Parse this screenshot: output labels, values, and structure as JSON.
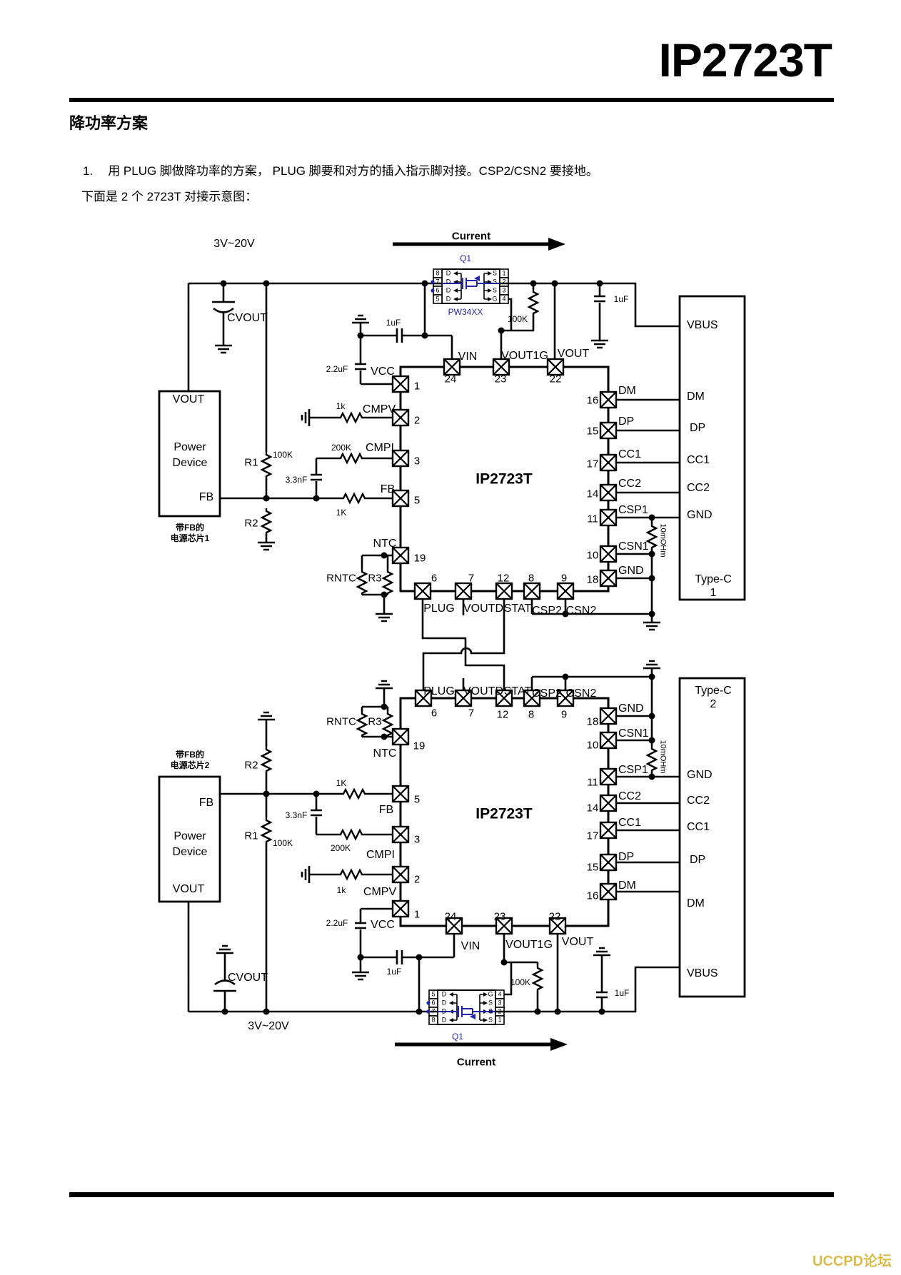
{
  "page": {
    "title": "IP2723T",
    "heading": "降功率方案",
    "item_number": "1.",
    "paragraph_line1": "用 PLUG 脚做降功率的方案， PLUG 脚要和对方的插入指示脚对接。CSP2/CSN2 要接地。",
    "paragraph_line2": "下面是 2 个 2723T 对接示意图：",
    "watermark": "UCCPD论坛"
  },
  "d": {
    "current": "Current",
    "chip": "IP2723T",
    "q1": "Q1",
    "pw": "PW34XX",
    "supply": "3V~20V",
    "cvout": "CVOUT",
    "power1": "Power",
    "power2": "Device",
    "vout": "VOUT",
    "fb": "FB",
    "chip_tag1": "带FB的",
    "chip_tag2a": "电源芯片1",
    "chip_tag2b": "电源芯片2",
    "r1": "R1",
    "r2": "R2",
    "r3": "R3",
    "rntc": "RNTC",
    "k100": "100K",
    "k200": "200K",
    "k1": "1k",
    "K1": "1K",
    "u22": "2.2uF",
    "u1": "1uF",
    "n33": "3.3nF",
    "sense": "10mOHm",
    "typec": "Type-C",
    "port1": "1",
    "port2": "2",
    "pin": {
      "vcc": "VCC",
      "cmpv": "CMPV",
      "cmpi": "CMPI",
      "fb": "FB",
      "ntc": "NTC",
      "vin": "VIN",
      "vout1g": "VOUT1G",
      "vout": "VOUT",
      "plug": "PLUG",
      "voutd": "VOUTD",
      "stat": "STAT",
      "csp2": "CSP2",
      "csn2": "CSN2",
      "dm": "DM",
      "dp": "DP",
      "cc1": "CC1",
      "cc2": "CC2",
      "csp1": "CSP1",
      "csn1": "CSN1",
      "gnd": "GND",
      "vbus": "VBUS"
    },
    "n": {
      "1": "1",
      "2": "2",
      "3": "3",
      "4": "4",
      "5": "5",
      "6": "6",
      "7": "7",
      "8": "8",
      "9": "9",
      "10": "10",
      "11": "11",
      "12": "12",
      "14": "14",
      "15": "15",
      "16": "16",
      "17": "17",
      "18": "18",
      "19": "19",
      "22": "22",
      "23": "23",
      "24": "24"
    },
    "q": {
      "d": "D",
      "s": "S",
      "g": "G"
    }
  }
}
